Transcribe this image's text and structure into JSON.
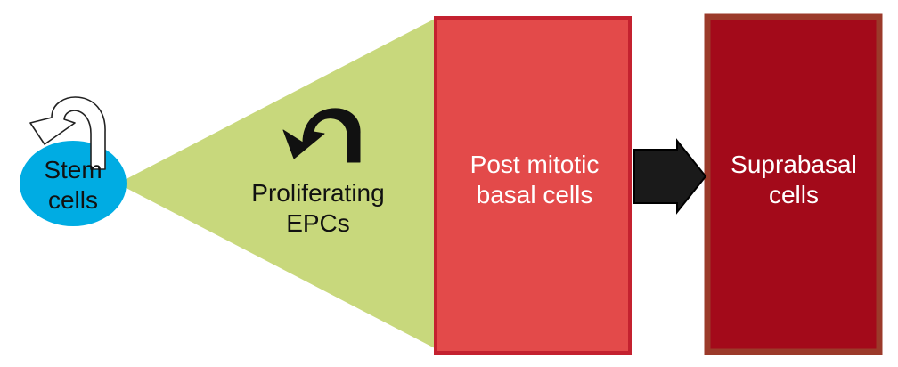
{
  "nodes": {
    "stem": {
      "line1": "Stem",
      "line2": "cells",
      "color": "#00ace3"
    },
    "epc": {
      "line1": "Proliferating",
      "line2": "EPCs",
      "color": "#c8d87c"
    },
    "post_mitotic": {
      "line1": "Post mitotic",
      "line2": "basal cells",
      "fill": "#e34a4a",
      "border": "#c4212f"
    },
    "suprabasal": {
      "line1": "Suprabasal",
      "line2": "cells",
      "fill": "#a30a1a",
      "border": "#9b3a2a"
    }
  },
  "arrows": {
    "self_renew_stem": "curved-arrow-outline",
    "self_renew_epc": "curved-arrow-solid",
    "differentiation": "block-arrow-right"
  }
}
